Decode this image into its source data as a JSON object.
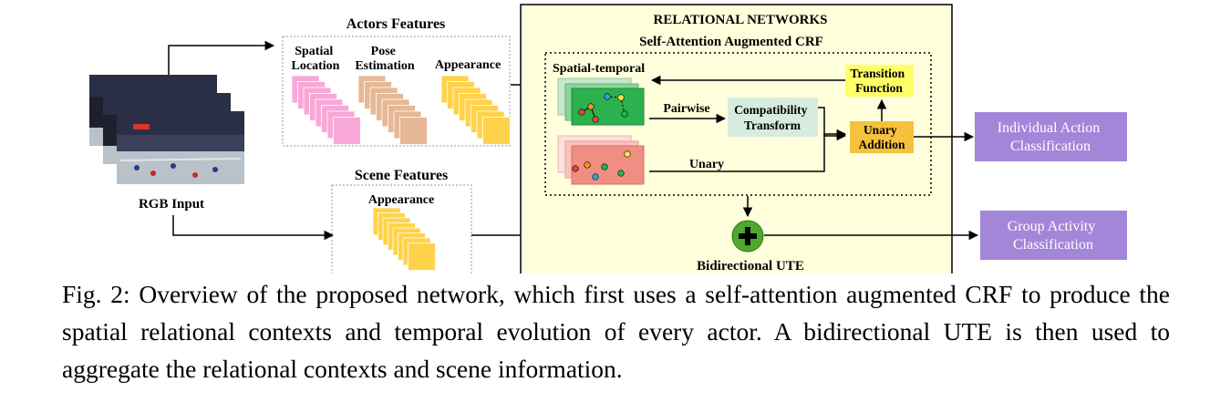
{
  "diagram": {
    "rgb_input": "RGB Input",
    "actors_features": {
      "title": "Actors Features",
      "spatial_location": [
        "Spatial",
        "Location"
      ],
      "pose_estimation": [
        "Pose",
        "Estimation"
      ],
      "appearance": "Appearance"
    },
    "scene_features": {
      "title": "Scene Features",
      "appearance": "Appearance"
    },
    "relational_networks": {
      "title": "RELATIONAL NETWORKS",
      "crf_title": "Self-Attention Augmented CRF",
      "spatial_temporal": "Spatial-temporal",
      "pairwise": "Pairwise",
      "unary": "Unary",
      "compatibility_transform": [
        "Compatibility",
        "Transform"
      ],
      "transition_function": [
        "Transition",
        "Function"
      ],
      "unary_addition": [
        "Unary",
        "Addition"
      ],
      "bidirectional_ute": "Bidirectional UTE"
    },
    "outputs": {
      "individual_action": [
        "Individual Action",
        "Classification"
      ],
      "group_activity": [
        "Group Activity",
        "Classification"
      ]
    },
    "colors": {
      "spatial_location": "#f7a8d6",
      "pose_estimation": "#e6b896",
      "appearance": "#ffd24a",
      "relational_bg": "#ffffdc",
      "compatibility": "#d7ecde",
      "transition": "#ffff66",
      "unary_addition": "#f6c23e",
      "output": "#a486d8",
      "plus": "#50a82e"
    }
  },
  "caption": {
    "label": "Fig. 2:",
    "text": "Overview of the proposed network, which first uses a self-attention augmented CRF to produce the spatial relational contexts and temporal evolution of every actor. A bidirectional UTE is then used to aggregate the relational contexts and scene information."
  }
}
